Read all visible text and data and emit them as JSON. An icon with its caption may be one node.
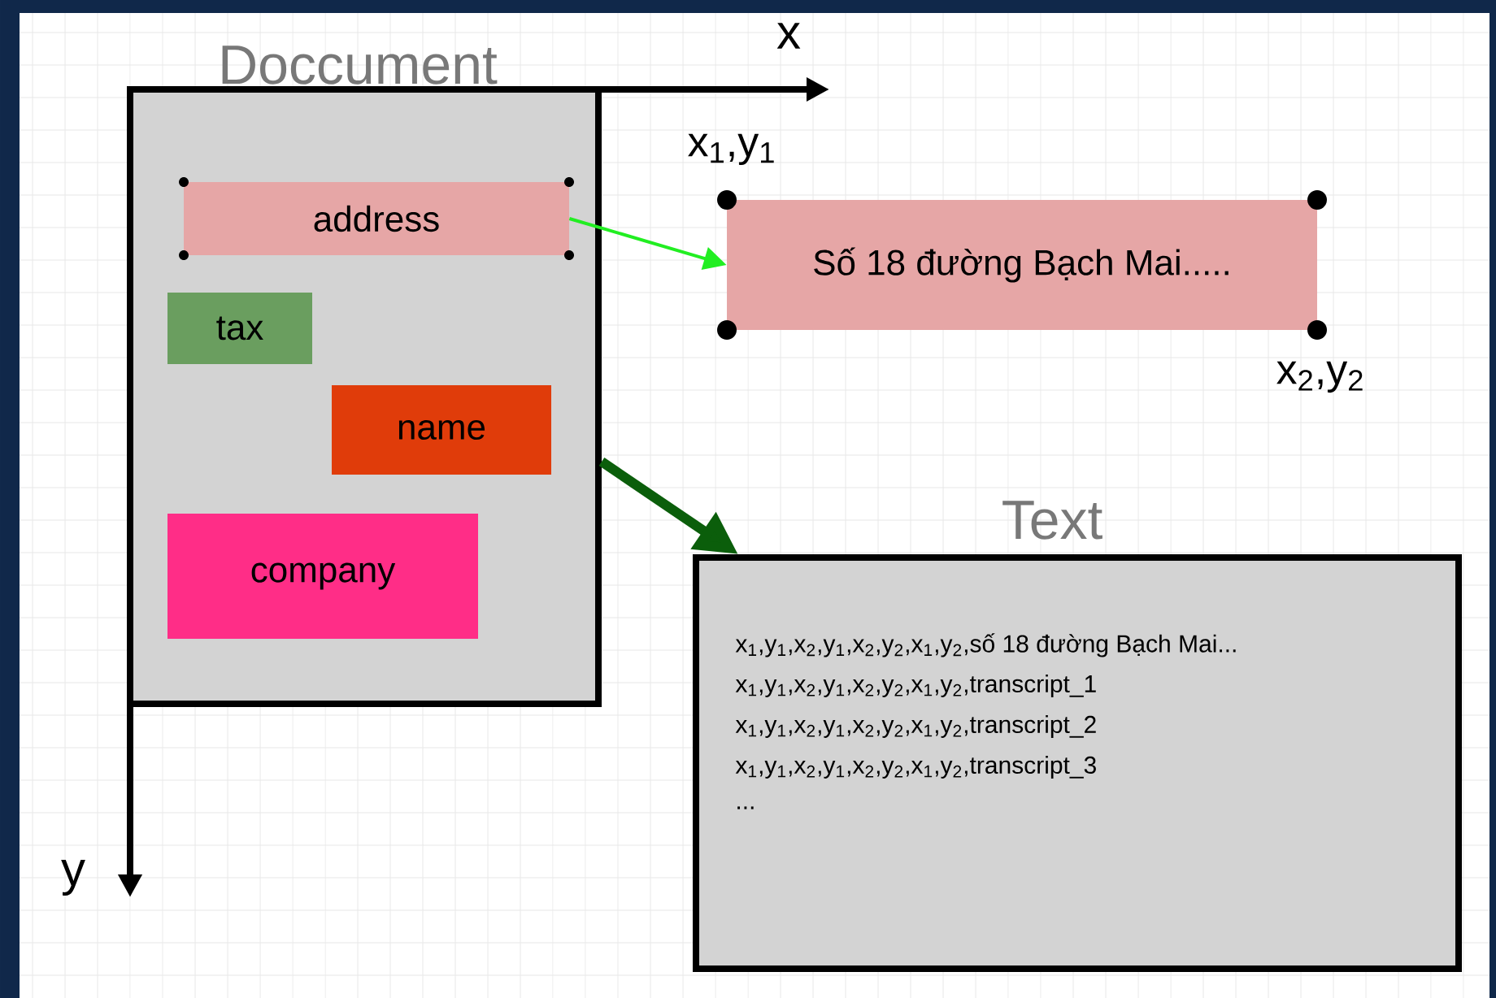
{
  "diagram": {
    "nodes": [
      {
        "text": [
          "Doccument"
        ]
      },
      {
        "text": [
          "address"
        ],
        "in": 0
      },
      {
        "text": [
          "tax"
        ],
        "in": 0
      },
      {
        "text": [
          "name"
        ],
        "in": 0
      },
      {
        "text": [
          "company"
        ],
        "in": 0
      },
      {
        "text": [
          "Số 18 đường Bạch Mai....."
        ]
      },
      {
        "text": [
          "Text",
          "x$_{1}$,y$_{1}$,x$_{2}$,y$_{1}$,x$_{2}$,y$_{2}$,x$_{1}$,y$_{2}$,số 18 đường Bạch Mai...",
          "x$_{1}$,y$_{1}$,x$_{2}$,y$_{1}$,x$_{2}$,y$_{2}$,x$_{1}$,y$_{2}$,transcript_1",
          "x$_{1}$,y$_{1}$,x$_{2}$,y$_{1}$,x$_{2}$,y$_{2}$,x$_{1}$,y$_{2}$,transcript_2",
          "x$_{1}$,y$_{1}$,x$_{2}$,y$_{1}$,x$_{2}$,y$_{2}$,x$_{1}$,y$_{2}$,transcript_3",
          "..."
        ]
      }
    ],
    "edges": [
      {
        "from": 1,
        "to": 5,
        "arrow": "to",
        "color": "#22ee22"
      },
      {
        "from": 0,
        "to": 6,
        "arrow": "to",
        "style": "thick",
        "color": "#0b5e0b"
      }
    ],
    "labels": [
      "x",
      "y",
      "x$_{1}$,y$_{1}$",
      "x$_{2}$,y$_{2}$"
    ]
  }
}
